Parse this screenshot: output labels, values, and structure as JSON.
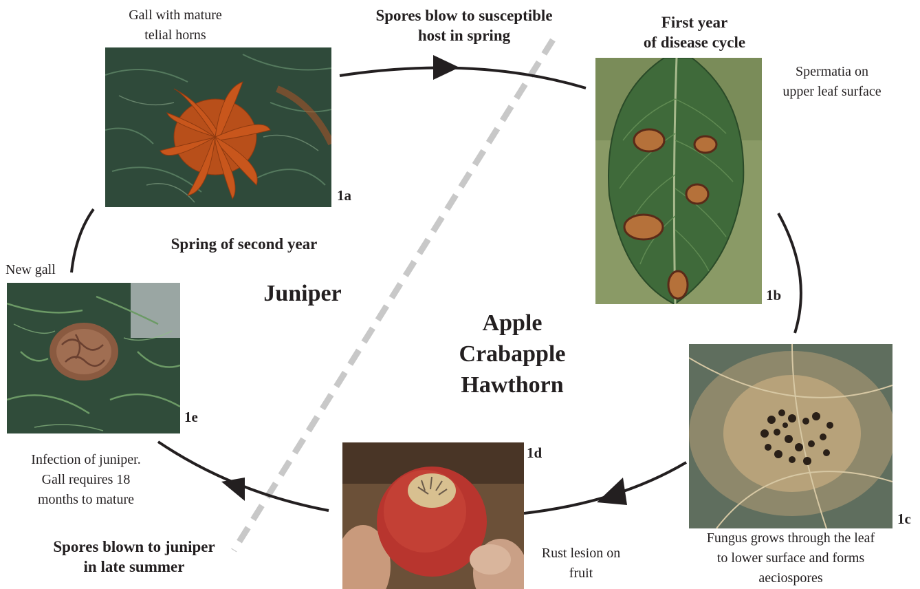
{
  "colors": {
    "arrow": "#231f20",
    "dashed_line": "#c8c8c8",
    "text": "#231f20"
  },
  "hosts": {
    "juniper": "Juniper",
    "apple_lines": [
      "Apple",
      "Crabapple",
      "Hawthorn"
    ]
  },
  "stages": {
    "s1a": {
      "label": "1a",
      "caption_lines": [
        "Gall with mature",
        "telial horns"
      ],
      "image_name": "juniper gall with orange telial horns"
    },
    "s1b": {
      "label": "1b",
      "caption_lines": [
        "Spermatia on",
        "upper leaf surface"
      ],
      "image_name": "apple leaf with rust spots"
    },
    "s1c": {
      "label": "1c",
      "caption_lines": [
        "Fungus grows through the leaf",
        "to lower surface and forms",
        "aeciospores"
      ],
      "image_name": "leaf underside with aecia"
    },
    "s1d": {
      "label": "1d",
      "caption_lines": [
        "Rust lesion on",
        "fruit"
      ],
      "image_name": "apple with rust lesion held in hand"
    },
    "s1e": {
      "label": "1e",
      "caption_lines": [
        "New gall"
      ],
      "image_name": "new brown gall on juniper"
    }
  },
  "annotations": {
    "spores_spring": [
      "Spores blow to susceptible",
      "host in spring"
    ],
    "first_year": [
      "First year",
      "of disease cycle"
    ],
    "spring_second_year": "Spring of second year",
    "infection_juniper": [
      "Infection of juniper.",
      "Gall requires 18",
      "months to mature"
    ],
    "spores_summer": [
      "Spores blown to juniper",
      "in late summer"
    ]
  }
}
